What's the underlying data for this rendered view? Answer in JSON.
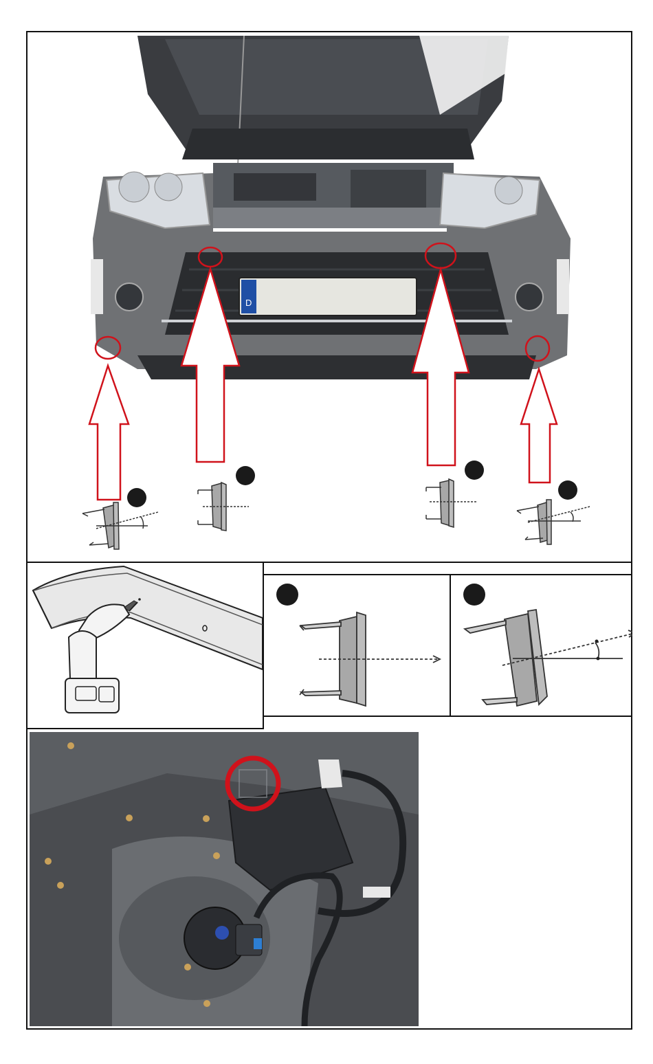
{
  "plate": {
    "country_code": "D"
  },
  "colors": {
    "highlight": "#d0121b",
    "step_marker": "#1a1a1a",
    "frame": "#111111",
    "car_body": "#6f7174",
    "clip_fill": "#a8a8a8"
  },
  "markers": {
    "step_markers": [
      {
        "icon": "filled-circle"
      },
      {
        "icon": "filled-circle"
      },
      {
        "icon": "filled-circle"
      },
      {
        "icon": "filled-circle"
      },
      {
        "icon": "filled-circle"
      },
      {
        "icon": "filled-circle"
      }
    ]
  },
  "panels": {
    "top_photo": {
      "icon": "car-front-open-hood-photo"
    },
    "drill_illustration": {
      "icon": "cordless-drill-icon"
    },
    "detail_straight": {
      "icon": "sensor-bracket-straight-icon"
    },
    "detail_angled": {
      "icon": "sensor-bracket-angled-icon"
    },
    "bottom_photo": {
      "icon": "bumper-interior-photo"
    }
  }
}
